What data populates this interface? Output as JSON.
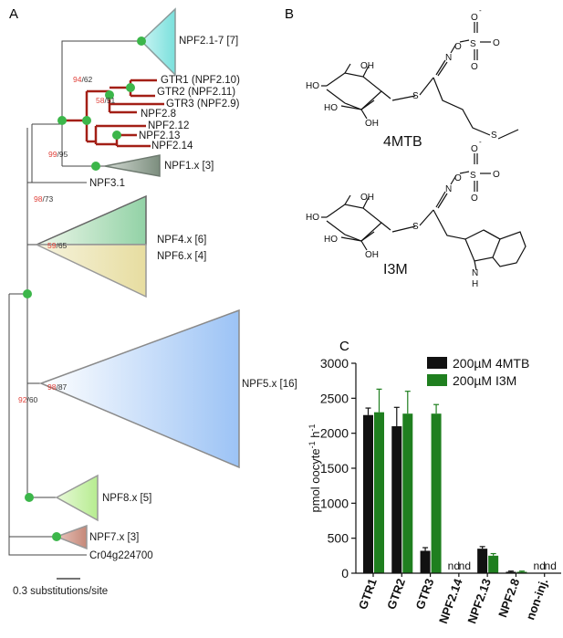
{
  "panels": {
    "a": "A",
    "b": "B",
    "c": "C"
  },
  "tree": {
    "leaves": {
      "npf21_7": "NPF2.1-7 [7]",
      "gtr1": "GTR1 (NPF2.10)",
      "gtr2": "GTR2 (NPF2.11)",
      "gtr3": "GTR3 (NPF2.9)",
      "npf28": "NPF2.8",
      "npf212": "NPF2.12",
      "npf213": "NPF2.13",
      "npf214": "NPF2.14",
      "npf1": "NPF1.x [3]",
      "npf3": "NPF3.1",
      "npf4": "NPF4.x [6]",
      "npf6": "NPF6.x [4]",
      "npf5": "NPF5.x [16]",
      "npf8": "NPF8.x [5]",
      "npf7": "NPF7.x [3]",
      "cr": "Cr04g224700"
    },
    "supports": {
      "s1_red": "94",
      "s1_black": "/62",
      "s2_red": "58",
      "s2_black": "/51",
      "s3_red": "99",
      "s3_black": "/95",
      "s4_red": "98",
      "s4_black": "/73",
      "s5_red": "59",
      "s5_black": "/65",
      "s6_red": "98",
      "s6_black": "/87",
      "s7_red": "92",
      "s7_black": "/60"
    },
    "scale_label": "0.3 substitutions/site",
    "colors": {
      "red_clade": "#a31f16",
      "node": "#3cb64a",
      "support_red": "#e0413a"
    }
  },
  "molecules": {
    "m1": {
      "name": "4MTB",
      "O_minus": "O",
      "minus": "-",
      "O1": "O",
      "O2": "O",
      "S1": "S",
      "O3": "O",
      "N": "N",
      "S2": "S",
      "S3": "S",
      "HO1": "HO",
      "HO2": "HO",
      "OH1": "OH",
      "OH2": "OH"
    },
    "m2": {
      "name": "I3M",
      "O_minus": "O",
      "minus": "-",
      "O1": "O",
      "O2": "O",
      "S1": "S",
      "O3": "O",
      "N": "N",
      "S2": "S",
      "HO1": "HO",
      "HO2": "HO",
      "OH1": "OH",
      "OH2": "OH",
      "NH": "N",
      "H": "H"
    }
  },
  "chart_data": {
    "type": "bar",
    "categories": [
      "GTR1",
      "GTR2",
      "GTR3",
      "NPF2.14",
      "NPF2.13",
      "NPF2.8",
      "non-inj."
    ],
    "series": [
      {
        "name": "200µM 4MTB",
        "color": "#111111",
        "values": [
          2260,
          2100,
          320,
          null,
          350,
          20,
          null
        ],
        "errors": [
          100,
          270,
          45,
          0,
          30,
          10,
          0
        ]
      },
      {
        "name": "200µM I3M",
        "color": "#1f7f1f",
        "values": [
          2300,
          2280,
          2280,
          null,
          250,
          20,
          null
        ],
        "errors": [
          330,
          320,
          130,
          0,
          30,
          10,
          0
        ]
      }
    ],
    "nd_label": "nd",
    "ylabel": "pmol oocyte",
    "ylabel_sup": "-1",
    "ylabel_end": " h",
    "ylabel_sup2": "-1",
    "ylim": [
      0,
      3000
    ],
    "yticks": [
      "0",
      "500",
      "1000",
      "1500",
      "2000",
      "2500",
      "3000"
    ],
    "legend_position": "top-right"
  }
}
